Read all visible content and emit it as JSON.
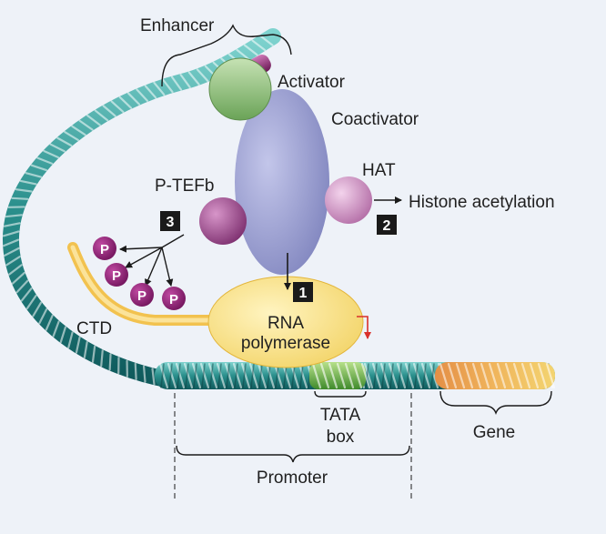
{
  "labels": {
    "enhancer": "Enhancer",
    "activator": "Activator",
    "coactivator": "Coactivator",
    "hat": "HAT",
    "histone_acetylation": "Histone acetylation",
    "ptefb": "P-TEFb",
    "ctd": "CTD",
    "rna_line1": "RNA",
    "rna_line2": "polymerase",
    "tata_line1": "TATA",
    "tata_line2": "box",
    "gene": "Gene",
    "promoter": "Promoter",
    "phosphate": "P"
  },
  "steps": {
    "one": "1",
    "two": "2",
    "three": "3"
  },
  "colors": {
    "background": "#eef2f8",
    "dna_teal": "#2a8f8c",
    "enhancer_magenta": "#8a2a6e",
    "activator": "#8fbf7a",
    "coactivator": "#9b9fd0",
    "hat": "#c98bbd",
    "ptefb": "#a64d95",
    "phosphate": "#8e1a74",
    "rna_polymerase": "#f6e08a",
    "tata_green": "#6ab04c",
    "gene_orange": "#e9a04b",
    "arrow_red": "#d9302b"
  }
}
